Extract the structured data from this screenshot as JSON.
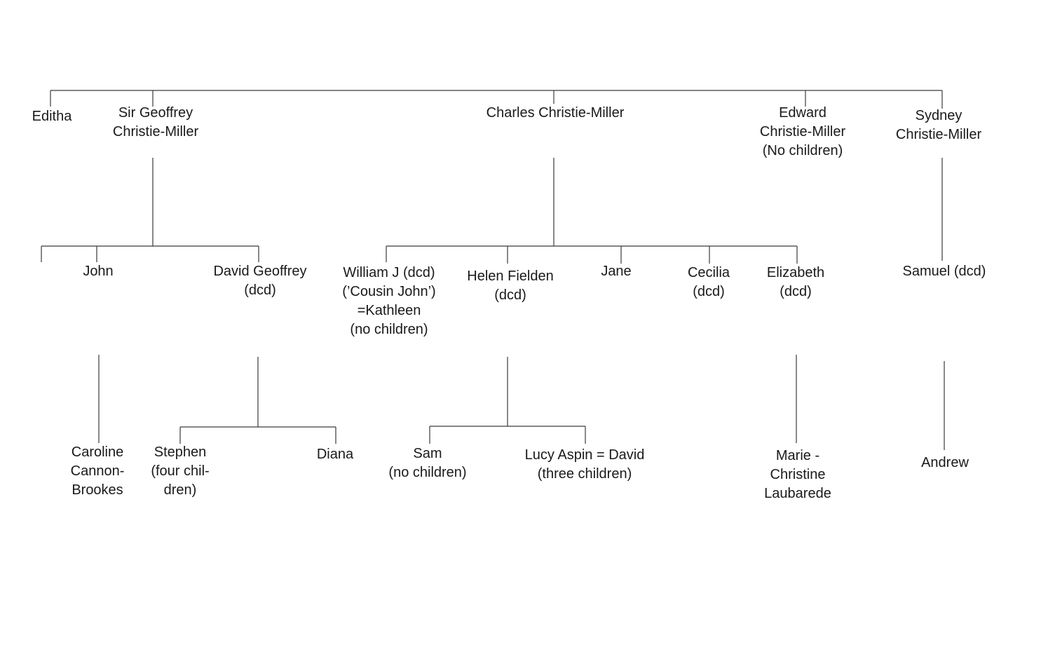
{
  "line_color": "#3a3a3a",
  "people": {
    "editha": [
      "Editha"
    ],
    "geoffrey": [
      "Sir Geoffrey",
      "Christie-Miller"
    ],
    "charles": [
      "Charles Christie-Miller"
    ],
    "edward": [
      "Edward",
      "Christie-Miller",
      "(No children)"
    ],
    "sydney": [
      "Sydney",
      "Christie-Miller"
    ],
    "john": [
      "John"
    ],
    "david_geoffrey": [
      "David Geoffrey",
      "(dcd)"
    ],
    "william": [
      "William J (dcd)",
      "(’Cousin John’)",
      "=Kathleen",
      "(no children)"
    ],
    "helen": [
      "Helen Fielden",
      "(dcd)"
    ],
    "jane": [
      "Jane"
    ],
    "cecilia": [
      "Cecilia",
      "(dcd)"
    ],
    "elizabeth": [
      "Elizabeth",
      "(dcd)"
    ],
    "samuel": [
      "Samuel (dcd)"
    ],
    "caroline": [
      "Caroline",
      "Cannon-",
      "Brookes"
    ],
    "stephen": [
      "Stephen",
      "(four chil-",
      "dren)"
    ],
    "diana": [
      "Diana"
    ],
    "sam": [
      "Sam",
      "(no children)"
    ],
    "lucy": [
      "Lucy Aspin = David",
      "(three children)"
    ],
    "marie": [
      "Marie -",
      "Christine",
      "Laubarede"
    ],
    "andrew": [
      "Andrew"
    ]
  }
}
